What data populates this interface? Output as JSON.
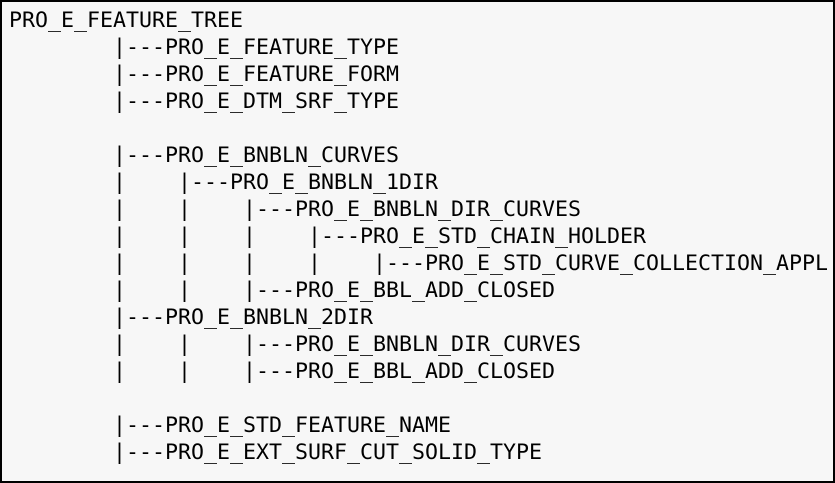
{
  "colors": {
    "background": "#f7f7f7",
    "border": "#000000",
    "text": "#000000"
  },
  "tree": {
    "root_label": "PRO_E_FEATURE_TREE",
    "rows": [
      {
        "text": "PRO_E_FEATURE_TREE"
      },
      {
        "text": "        |---PRO_E_FEATURE_TYPE"
      },
      {
        "text": "        |---PRO_E_FEATURE_FORM"
      },
      {
        "text": "        |---PRO_E_DTM_SRF_TYPE"
      },
      {
        "text": ""
      },
      {
        "text": "        |---PRO_E_BNBLN_CURVES"
      },
      {
        "text": "        |    |---PRO_E_BNBLN_1DIR"
      },
      {
        "text": "        |    |    |---PRO_E_BNBLN_DIR_CURVES"
      },
      {
        "text": "        |    |    |    |---PRO_E_STD_CHAIN_HOLDER"
      },
      {
        "text": "        |    |    |    |    |---PRO_E_STD_CURVE_COLLECTION_APPL"
      },
      {
        "text": "        |    |    |---PRO_E_BBL_ADD_CLOSED"
      },
      {
        "text": "        |---PRO_E_BNBLN_2DIR"
      },
      {
        "text": "        |    |    |---PRO_E_BNBLN_DIR_CURVES"
      },
      {
        "text": "        |    |    |---PRO_E_BBL_ADD_CLOSED"
      },
      {
        "text": ""
      },
      {
        "text": "        |---PRO_E_STD_FEATURE_NAME"
      },
      {
        "text": "        |---PRO_E_EXT_SURF_CUT_SOLID_TYPE"
      }
    ]
  }
}
